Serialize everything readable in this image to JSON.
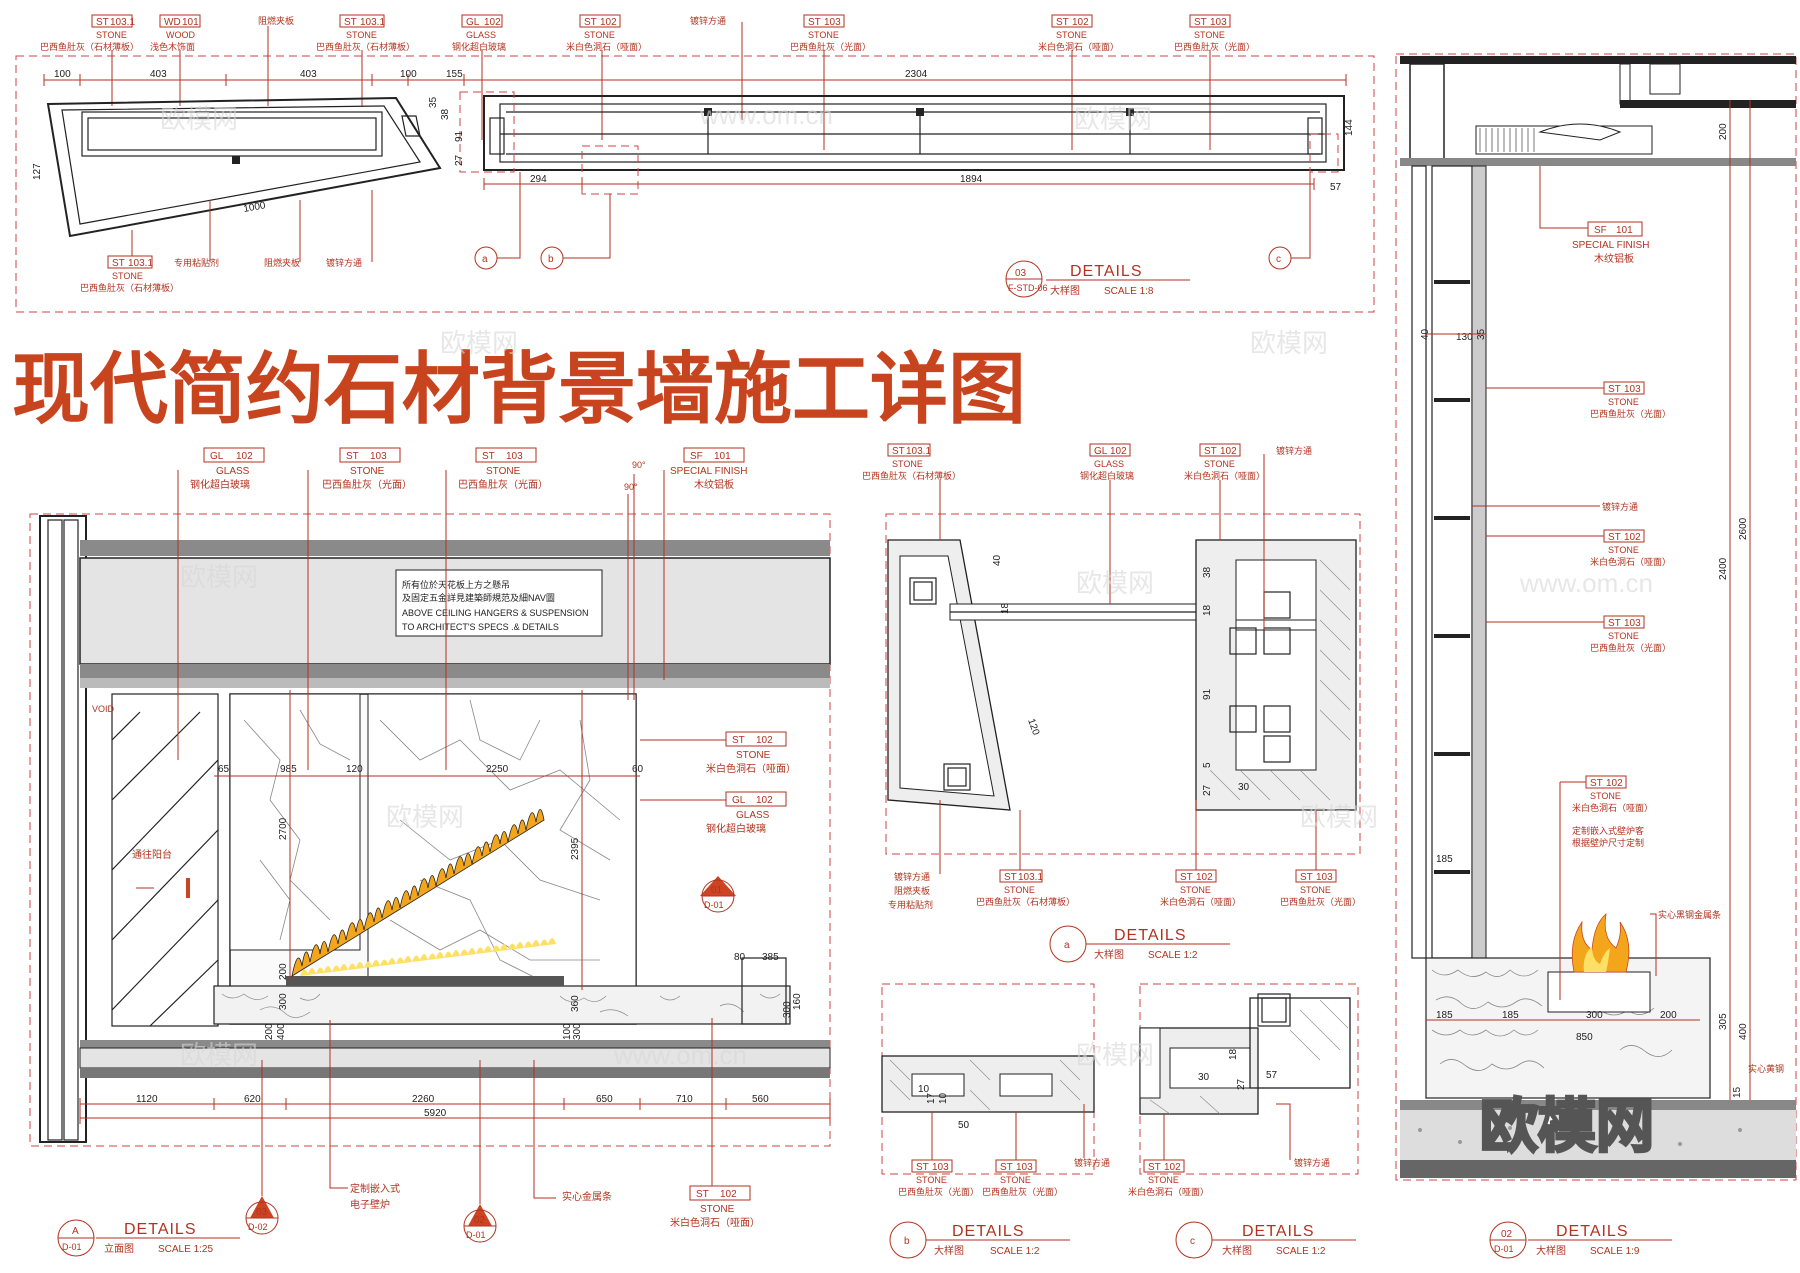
{
  "title": "现代简约石材背景墙施工详图",
  "logo_text": "欧模网",
  "watermarks": [
    "欧模网",
    "www.om.cn"
  ],
  "colors": {
    "accent": "#b3321f",
    "title": "#c8441f",
    "line": "#222222",
    "fill_grey": "#8a8a8a",
    "flame_outer": "#f3a51b",
    "flame_inner": "#ffe066"
  },
  "tags": {
    "st1031": {
      "code": "ST",
      "num": "103.1",
      "mat": "STONE",
      "desc": "巴西鱼肚灰（石材薄板）"
    },
    "wd101": {
      "code": "WD",
      "num": "101",
      "mat": "WOOD",
      "desc": "浅色木饰面"
    },
    "gl102": {
      "code": "GL",
      "num": "102",
      "mat": "GLASS",
      "desc": "钢化超白玻璃"
    },
    "st102": {
      "code": "ST",
      "num": "102",
      "mat": "STONE",
      "desc": "米白色洞石（哑面）"
    },
    "st103": {
      "code": "ST",
      "num": "103",
      "mat": "STONE",
      "desc": "巴西鱼肚灰（光面）"
    },
    "sf101": {
      "code": "SF",
      "num": "101",
      "mat": "SPECIAL FINISH",
      "desc": "木纹铝板"
    }
  },
  "notes": {
    "keel": "镀锌方通",
    "fire_board": "阻燃夹板",
    "adhesive": "专用粘贴剂",
    "void": "VOID",
    "balcony": "通往阳台",
    "ceiling_note_cn1": "所有位於天花板上方之懸吊",
    "ceiling_note_cn2": "及固定五金詳見建築師規范及細NAV圖",
    "ceiling_note_en1": "ABOVE CEILING HANGERS & SUSPENSION",
    "ceiling_note_en2": "TO ARCHITECT'S SPECS .& DETAILS",
    "fireplace_cn1": "定制嵌入式",
    "fireplace_cn2": "电子壁炉",
    "metal_strip": "实心金属条",
    "fireplace_ref1": "定制嵌入式壁炉客",
    "fireplace_ref2": "根据壁炉尺寸定制",
    "black_metal": "实心黑钢金属条",
    "steel_ref": "实心黄钢",
    "angle_90a": "90°",
    "angle_90b": "90°"
  },
  "details": {
    "d03": {
      "no": "03",
      "sheet": "F-STD-06",
      "title": "DETAILS",
      "cn": "大样图",
      "scale": "SCALE  1:8"
    },
    "dA": {
      "no": "A",
      "sheet": "D-01",
      "title": "DETAILS",
      "cn": "立面图",
      "scale": "SCALE  1:25"
    },
    "da": {
      "no": "a",
      "title": "DETAILS",
      "cn": "大样图",
      "scale": "SCALE  1:2"
    },
    "db": {
      "no": "b",
      "title": "DETAILS",
      "cn": "大样图",
      "scale": "SCALE  1:2"
    },
    "dc": {
      "no": "c",
      "title": "DETAILS",
      "cn": "大样图",
      "scale": "SCALE  1:2"
    },
    "d02": {
      "no": "02",
      "sheet": "D-01",
      "title": "DETAILS",
      "cn": "大样图",
      "scale": "SCALE  1:9"
    }
  },
  "callouts": {
    "a": "a",
    "b": "b",
    "c": "c",
    "sec01": "01",
    "sec01_ref": "D-01",
    "sec02": "02",
    "sec02_ref": "D-01",
    "sec03": "03",
    "sec03_ref": "D-02"
  },
  "dims": {
    "plan_top": [
      "100",
      "403",
      "403",
      "100",
      "155",
      "2304"
    ],
    "plan_bottom": [
      "1000",
      "294",
      "1894"
    ],
    "plan_side": [
      "35",
      "38",
      "91",
      "27",
      "127",
      "57",
      "144"
    ],
    "elev_top": [
      "65",
      "985",
      "120",
      "2250",
      "60"
    ],
    "elev_v": [
      "2700",
      "2395",
      "200",
      "300",
      "360",
      "400",
      "200",
      "300",
      "300",
      "160",
      "100"
    ],
    "elev_right": [
      "80",
      "385"
    ],
    "elev_bottom1": [
      "1120",
      "620",
      "2260",
      "650",
      "710",
      "560"
    ],
    "elev_bottom2": "5920",
    "da": [
      "40",
      "38",
      "18",
      "91",
      "120",
      "5",
      "27",
      "30",
      "18"
    ],
    "db": [
      "10",
      "17",
      "10",
      "50"
    ],
    "dc": [
      "30",
      "27",
      "57",
      "18"
    ],
    "sec02": [
      "200",
      "2400",
      "2600",
      "305",
      "400",
      "185",
      "185",
      "185",
      "300",
      "200",
      "850",
      "130",
      "40",
      "35",
      "15"
    ]
  }
}
